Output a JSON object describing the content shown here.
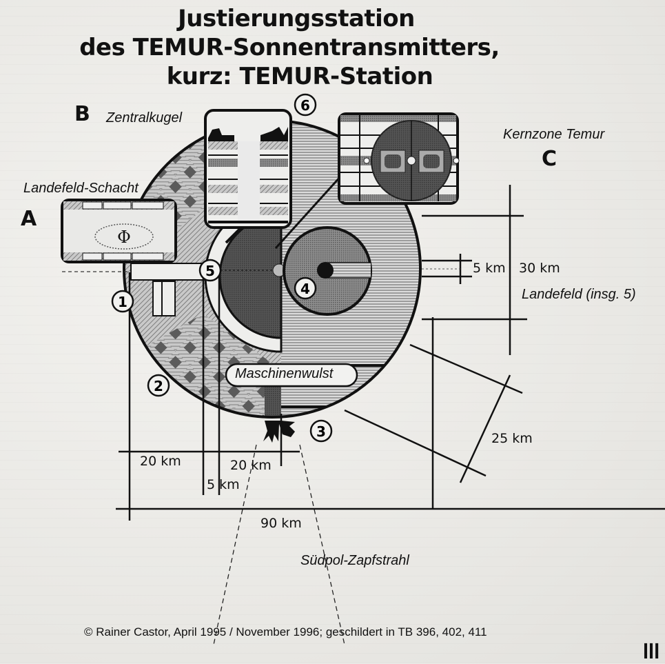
{
  "title": {
    "line1": "Justierungsstation",
    "line2": "des TEMUR-Sonnentransmitters,",
    "line3": "kurz: TEMUR-Station"
  },
  "sections": {
    "a": "A",
    "b": "B",
    "c": "C"
  },
  "labels": {
    "zentralkugel": "Zentralkugel",
    "landefeld_schacht": "Landefeld-Schacht",
    "kernzone": "Kernzone Temur",
    "landefeld": "Landefeld (insg. 5)",
    "maschinenwulst": "Maschinenwulst",
    "suedpol": "Südpol-Zapfstrahl",
    "phi_symbol": "Φ"
  },
  "markers": [
    "1",
    "2",
    "3",
    "4",
    "5",
    "6"
  ],
  "dimensions": {
    "d_5km_right": "5 km",
    "d_30km": "30 km",
    "d_25km": "25 km",
    "d_20km_left": "20 km",
    "d_20km_mid": "20 km",
    "d_5km_bottom": "5 km",
    "d_90km": "90 km"
  },
  "footer": {
    "credit": "© Rainer Castor, April 1995 / November 1996; geschildert in TB 396, 402, 411",
    "page_number": "III"
  }
}
